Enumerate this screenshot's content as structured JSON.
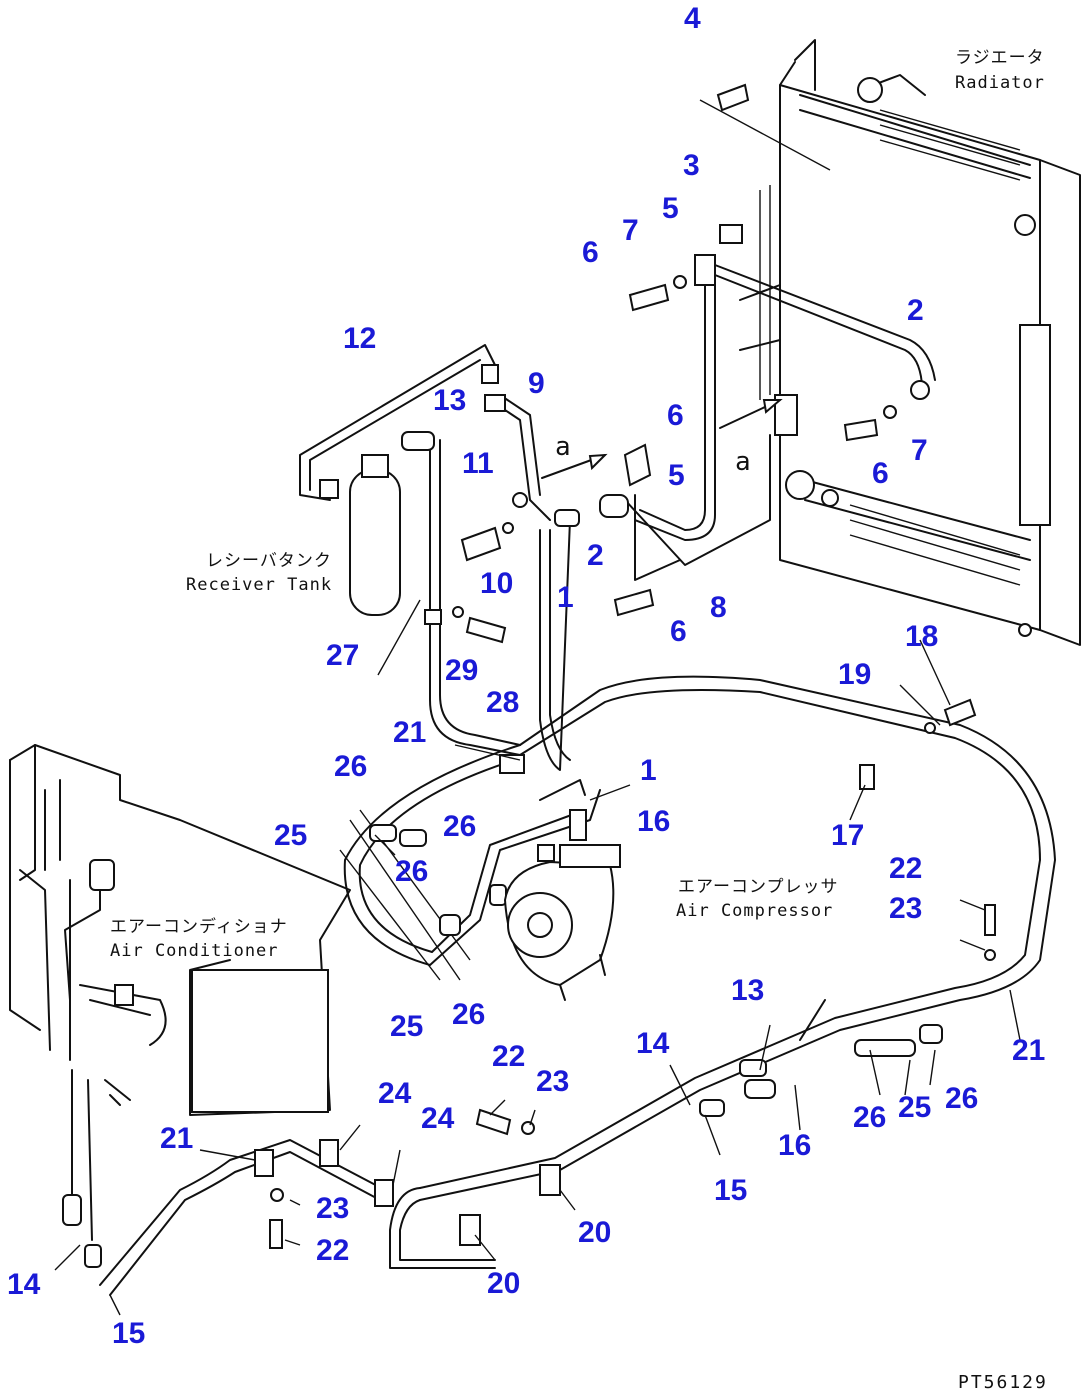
{
  "drawing_code": "PT56129",
  "component_labels": {
    "radiator_jp": "ラジエータ",
    "radiator_en": "Radiator",
    "receiver_tank_jp": "レシーバタンク",
    "receiver_tank_en": "Receiver Tank",
    "air_compressor_jp": "エアーコンプレッサ",
    "air_compressor_en": "Air Compressor",
    "air_conditioner_jp": "エアーコンディショナ",
    "air_conditioner_en": "Air Conditioner"
  },
  "arrow_marks": [
    "a",
    "a"
  ],
  "callouts": [
    "4",
    "3",
    "5",
    "7",
    "6",
    "2",
    "7",
    "6",
    "12",
    "13",
    "9",
    "6",
    "11",
    "5",
    "2",
    "10",
    "1",
    "8",
    "6",
    "27",
    "29",
    "28",
    "21",
    "26",
    "25",
    "26",
    "26",
    "1",
    "16",
    "17",
    "19",
    "18",
    "25",
    "26",
    "22",
    "23",
    "13",
    "14",
    "21",
    "22",
    "23",
    "24",
    "24",
    "21",
    "26",
    "25",
    "26",
    "16",
    "15",
    "20",
    "23",
    "22",
    "14",
    "20",
    "15"
  ]
}
